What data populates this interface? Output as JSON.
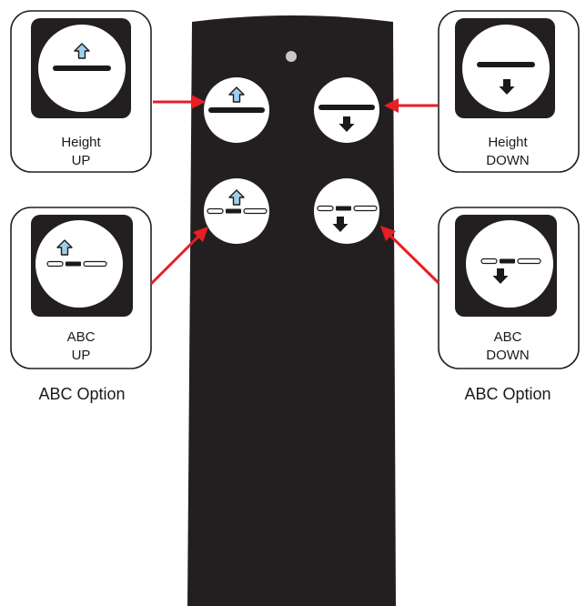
{
  "callouts": {
    "height_up": {
      "line1": "Height",
      "line2": "UP"
    },
    "height_down": {
      "line1": "Height",
      "line2": "DOWN"
    },
    "abc_up": {
      "line1": "ABC",
      "line2": "UP"
    },
    "abc_down": {
      "line1": "ABC",
      "line2": "DOWN"
    }
  },
  "options": {
    "left": "ABC Option",
    "right": "ABC Option"
  },
  "colors": {
    "remote_body": "#231f20",
    "icon_tile": "#231f20",
    "arrow": "#e81e25",
    "up_arrow_fill": "#9fd0ea",
    "indicator_led": "#c8c8c8"
  }
}
